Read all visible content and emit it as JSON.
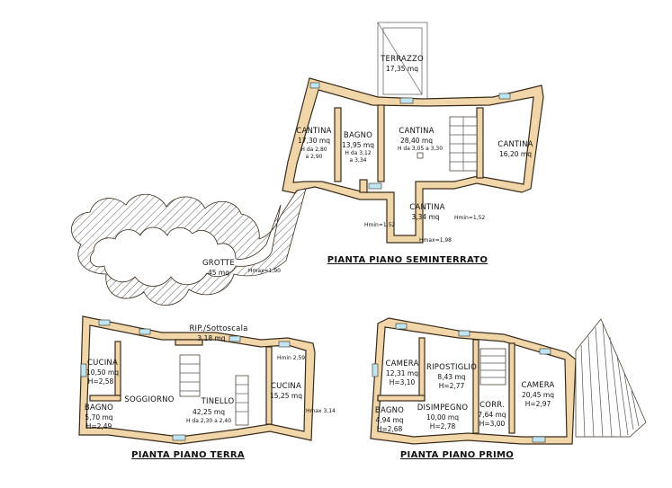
{
  "plans": [
    {
      "title": "PIANTA PIANO SEMINTERRATO",
      "rooms": [
        {
          "name": "TERRAZZO",
          "area": "17,35 mq"
        },
        {
          "name": "CANTINA",
          "area": "17,30 mq",
          "notes": [
            "H da 2,80",
            "a 2,90"
          ]
        },
        {
          "name": "BAGNO",
          "area": "13,95 mq",
          "notes": [
            "H da 3,12",
            "a 3,34"
          ]
        },
        {
          "name": "CANTINA",
          "area": "28,40 mq",
          "notes": [
            "H da 3,05 a 3,30"
          ]
        },
        {
          "name": "CANTINA",
          "area": "16,20 mq"
        },
        {
          "name": "CANTINA",
          "area": "3,34 mq",
          "notes": [
            "Hmin=1,52",
            "Hmin=1,52",
            "Hmax=1,98"
          ]
        },
        {
          "name": "GROTTE",
          "area": "45 mq",
          "notes": [
            "Hmax=1,90"
          ]
        }
      ]
    },
    {
      "title": "PIANTA PIANO TERRA",
      "rooms": [
        {
          "name": "RIP./Sottoscala",
          "area": "3,18 mq"
        },
        {
          "name": "CUCINA",
          "area": "10,50 mq",
          "notes": [
            "H=2,58"
          ]
        },
        {
          "name": "SOGGIORNO"
        },
        {
          "name": "TINELLO",
          "area": "42,25 mq",
          "notes": [
            "H da 2,30 a 2,40"
          ]
        },
        {
          "name": "CUCINA",
          "area": "15,25 mq"
        },
        {
          "name": "BAGNO",
          "area": "5,70 mq",
          "notes": [
            "H=2,49"
          ]
        },
        {
          "name": "",
          "notes": [
            "Hmin 2,59",
            "Hmax 3,14"
          ]
        }
      ]
    },
    {
      "title": "PIANTA PIANO PRIMO",
      "rooms": [
        {
          "name": "CAMERA",
          "area": "12,31 mq",
          "notes": [
            "H=3,10"
          ]
        },
        {
          "name": "RIPOSTIGLIO",
          "area": "8,43 mq",
          "notes": [
            "H=2,77"
          ]
        },
        {
          "name": "CAMERA",
          "area": "20,45 mq",
          "notes": [
            "H=2,97"
          ]
        },
        {
          "name": "BAGNO",
          "area": "4,94 mq",
          "notes": [
            "H=2,68"
          ]
        },
        {
          "name": "DISIMPEGNO",
          "area": "10,00 mq",
          "notes": [
            "H=2,78"
          ]
        },
        {
          "name": "CORR.",
          "area": "7,64 mq",
          "notes": [
            "H=3,00"
          ]
        }
      ]
    }
  ]
}
